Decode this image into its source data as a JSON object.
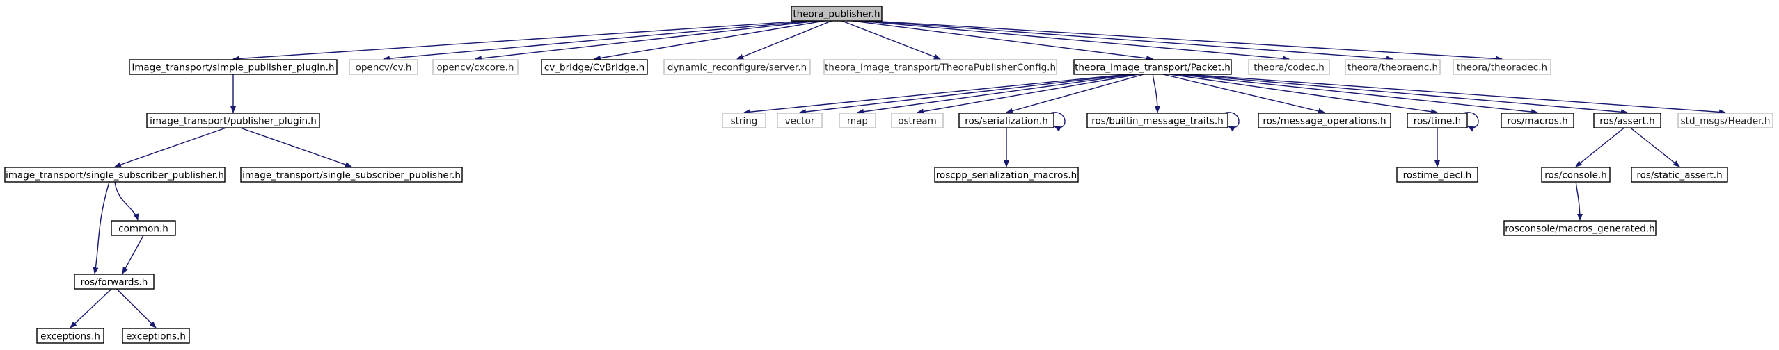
{
  "diagram": {
    "colors": {
      "edge": "#191970",
      "root_fill": "#bfbfbf",
      "border": "#000000",
      "ghost_border": "#bfbfbf"
    },
    "nodes": [
      {
        "id": "theora_publisher",
        "label": "theora_publisher.h",
        "style": "root"
      },
      {
        "id": "simple_publisher_plugin",
        "label": "image_transport/simple_publisher_plugin.h",
        "style": "solid"
      },
      {
        "id": "opencv_cv",
        "label": "opencv/cv.h",
        "style": "ghost"
      },
      {
        "id": "opencv_cxcore",
        "label": "opencv/cxcore.h",
        "style": "ghost"
      },
      {
        "id": "cvbridge",
        "label": "cv_bridge/CvBridge.h",
        "style": "solid"
      },
      {
        "id": "dyn_reconf_server",
        "label": "dynamic_reconfigure/server.h",
        "style": "ghost"
      },
      {
        "id": "theora_config",
        "label": "theora_image_transport/TheoraPublisherConfig.h",
        "style": "ghost"
      },
      {
        "id": "packet",
        "label": "theora_image_transport/Packet.h",
        "style": "solid"
      },
      {
        "id": "theora_codec",
        "label": "theora/codec.h",
        "style": "ghost"
      },
      {
        "id": "theora_theoraenc",
        "label": "theora/theoraenc.h",
        "style": "ghost"
      },
      {
        "id": "theora_theoradec",
        "label": "theora/theoradec.h",
        "style": "ghost"
      },
      {
        "id": "publisher_plugin",
        "label": "image_transport/publisher_plugin.h",
        "style": "solid"
      },
      {
        "id": "single_sub_pub_a",
        "label": "image_transport/single_subscriber_publisher.h",
        "style": "solid"
      },
      {
        "id": "single_sub_pub_b",
        "label": "image_transport/single_subscriber_publisher.h",
        "style": "solid"
      },
      {
        "id": "common",
        "label": "common.h",
        "style": "solid"
      },
      {
        "id": "ros_forwards",
        "label": "ros/forwards.h",
        "style": "solid"
      },
      {
        "id": "exceptions_a",
        "label": "exceptions.h",
        "style": "solid"
      },
      {
        "id": "exceptions_b",
        "label": "exceptions.h",
        "style": "solid"
      },
      {
        "id": "string",
        "label": "string",
        "style": "ghost"
      },
      {
        "id": "vector",
        "label": "vector",
        "style": "ghost"
      },
      {
        "id": "map",
        "label": "map",
        "style": "ghost"
      },
      {
        "id": "ostream",
        "label": "ostream",
        "style": "ghost"
      },
      {
        "id": "ros_serialization",
        "label": "ros/serialization.h",
        "style": "solid"
      },
      {
        "id": "ros_builtin_traits",
        "label": "ros/builtin_message_traits.h",
        "style": "solid"
      },
      {
        "id": "ros_message_ops",
        "label": "ros/message_operations.h",
        "style": "solid"
      },
      {
        "id": "ros_time",
        "label": "ros/time.h",
        "style": "solid"
      },
      {
        "id": "ros_macros",
        "label": "ros/macros.h",
        "style": "solid"
      },
      {
        "id": "ros_assert",
        "label": "ros/assert.h",
        "style": "solid"
      },
      {
        "id": "std_msgs_header",
        "label": "std_msgs/Header.h",
        "style": "ghost"
      },
      {
        "id": "roscpp_ser_macros",
        "label": "roscpp_serialization_macros.h",
        "style": "solid"
      },
      {
        "id": "rostime_decl",
        "label": "rostime_decl.h",
        "style": "solid"
      },
      {
        "id": "ros_console",
        "label": "ros/console.h",
        "style": "solid"
      },
      {
        "id": "ros_static_assert",
        "label": "ros/static_assert.h",
        "style": "solid"
      },
      {
        "id": "rosconsole_macros",
        "label": "rosconsole/macros_generated.h",
        "style": "solid"
      }
    ],
    "edges": [
      [
        "theora_publisher",
        "simple_publisher_plugin"
      ],
      [
        "theora_publisher",
        "opencv_cv"
      ],
      [
        "theora_publisher",
        "opencv_cxcore"
      ],
      [
        "theora_publisher",
        "cvbridge"
      ],
      [
        "theora_publisher",
        "dyn_reconf_server"
      ],
      [
        "theora_publisher",
        "theora_config"
      ],
      [
        "theora_publisher",
        "packet"
      ],
      [
        "theora_publisher",
        "theora_codec"
      ],
      [
        "theora_publisher",
        "theora_theoraenc"
      ],
      [
        "theora_publisher",
        "theora_theoradec"
      ],
      [
        "simple_publisher_plugin",
        "publisher_plugin"
      ],
      [
        "publisher_plugin",
        "single_sub_pub_a"
      ],
      [
        "publisher_plugin",
        "single_sub_pub_b"
      ],
      [
        "single_sub_pub_a",
        "common"
      ],
      [
        "single_sub_pub_a",
        "ros_forwards"
      ],
      [
        "common",
        "ros_forwards"
      ],
      [
        "ros_forwards",
        "exceptions_a"
      ],
      [
        "ros_forwards",
        "exceptions_b"
      ],
      [
        "packet",
        "string"
      ],
      [
        "packet",
        "vector"
      ],
      [
        "packet",
        "map"
      ],
      [
        "packet",
        "ostream"
      ],
      [
        "packet",
        "ros_serialization"
      ],
      [
        "packet",
        "ros_builtin_traits"
      ],
      [
        "packet",
        "ros_message_ops"
      ],
      [
        "packet",
        "ros_time"
      ],
      [
        "packet",
        "ros_macros"
      ],
      [
        "packet",
        "ros_assert"
      ],
      [
        "packet",
        "std_msgs_header"
      ],
      [
        "ros_serialization",
        "roscpp_ser_macros"
      ],
      [
        "ros_serialization",
        "ros_serialization"
      ],
      [
        "ros_builtin_traits",
        "ros_builtin_traits"
      ],
      [
        "ros_time",
        "ros_time"
      ],
      [
        "ros_time",
        "rostime_decl"
      ],
      [
        "ros_assert",
        "ros_console"
      ],
      [
        "ros_assert",
        "ros_static_assert"
      ],
      [
        "ros_console",
        "rosconsole_macros"
      ]
    ]
  }
}
